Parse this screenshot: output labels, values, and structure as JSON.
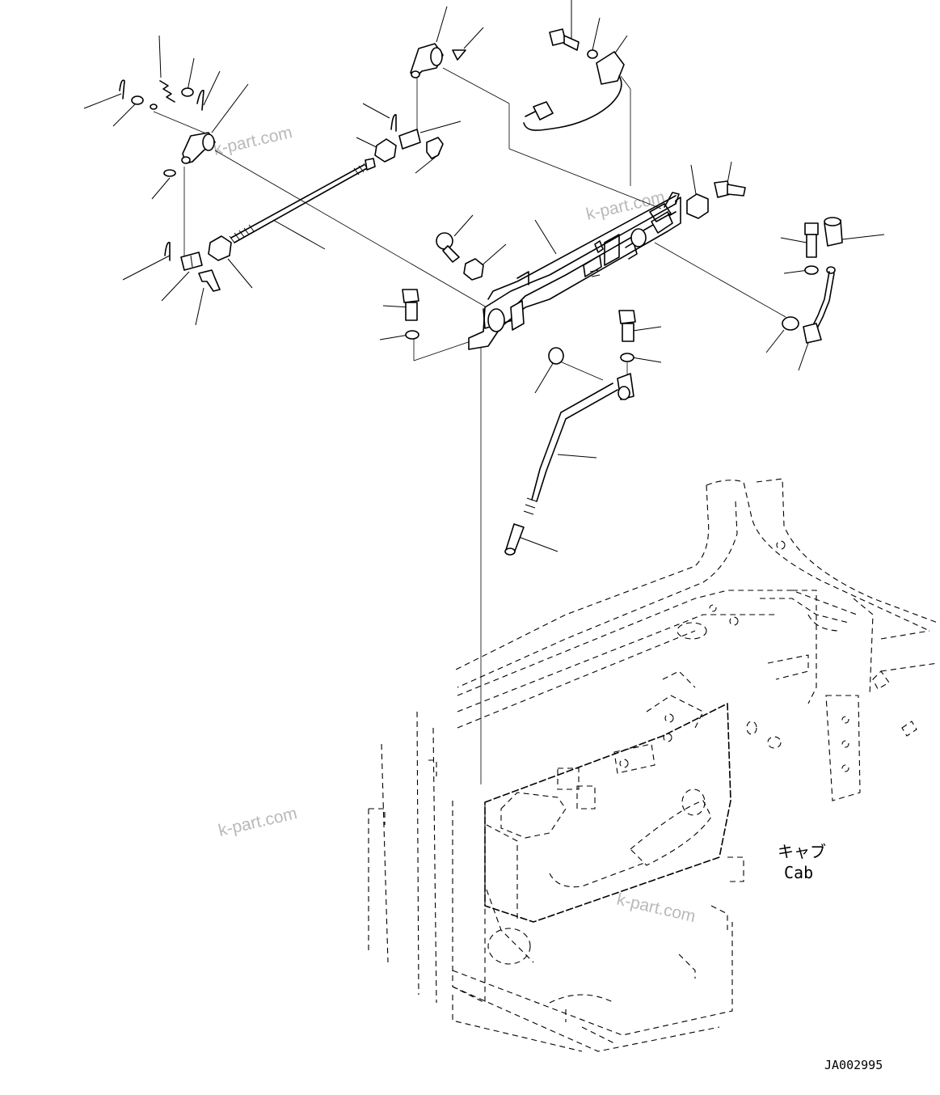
{
  "drawing": {
    "cab_label_jp": "キャブ",
    "cab_label_en": "Cab",
    "drawing_code": "JA002995"
  },
  "watermarks": [
    "k-part.com",
    "k-part.com",
    "k-part.com",
    "k-part.com"
  ]
}
